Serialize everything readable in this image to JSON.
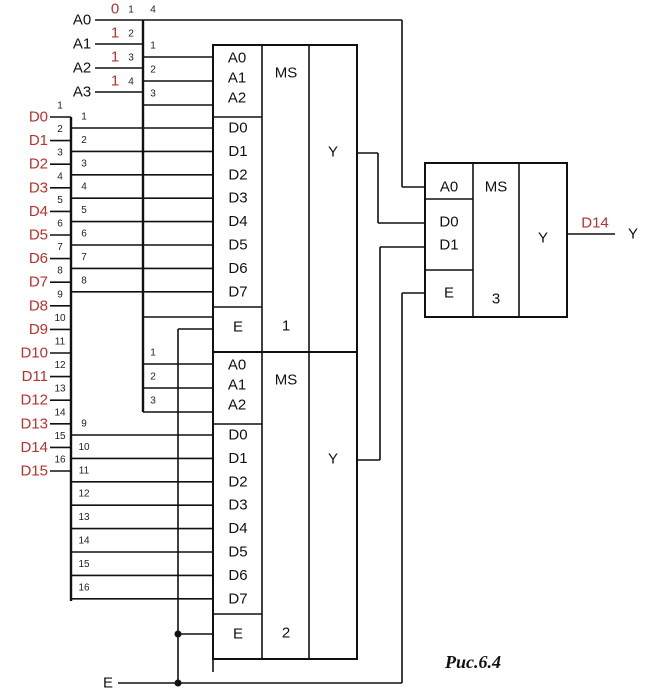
{
  "figure": {
    "caption": "Рис.6.4"
  },
  "colors": {
    "signal_label": "#b8322e",
    "line": "#111111"
  },
  "address_inputs": [
    {
      "label": "A0",
      "bit": "0",
      "pin": "1"
    },
    {
      "label": "A1",
      "bit": "1",
      "pin": "2"
    },
    {
      "label": "A2",
      "bit": "1",
      "pin": "3"
    },
    {
      "label": "A3",
      "bit": "1",
      "pin": "4"
    }
  ],
  "a0_extra_pin": "4",
  "address_bus_pins": [
    "1",
    "2",
    "3"
  ],
  "data_inputs": [
    {
      "label": "D0",
      "pin": "1"
    },
    {
      "label": "D1",
      "pin": "2"
    },
    {
      "label": "D2",
      "pin": "3"
    },
    {
      "label": "D3",
      "pin": "4"
    },
    {
      "label": "D4",
      "pin": "5"
    },
    {
      "label": "D5",
      "pin": "6"
    },
    {
      "label": "D6",
      "pin": "7"
    },
    {
      "label": "D7",
      "pin": "8"
    },
    {
      "label": "D8",
      "pin": "9"
    },
    {
      "label": "D9",
      "pin": "10"
    },
    {
      "label": "D10",
      "pin": "11"
    },
    {
      "label": "D11",
      "pin": "12"
    },
    {
      "label": "D12",
      "pin": "13"
    },
    {
      "label": "D13",
      "pin": "14"
    },
    {
      "label": "D14",
      "pin": "15"
    },
    {
      "label": "D15",
      "pin": "16"
    }
  ],
  "mux1": {
    "address_labels": [
      "A0",
      "A1",
      "A2"
    ],
    "data_labels": [
      "D0",
      "D1",
      "D2",
      "D3",
      "D4",
      "D5",
      "D6",
      "D7"
    ],
    "enable_label": "E",
    "type_label": "MS",
    "output_label": "Y",
    "number": "1",
    "input_pins": [
      "1",
      "2",
      "3",
      "4",
      "5",
      "6",
      "7",
      "8"
    ]
  },
  "mux2": {
    "address_labels": [
      "A0",
      "A1",
      "A2"
    ],
    "data_labels": [
      "D0",
      "D1",
      "D2",
      "D3",
      "D4",
      "D5",
      "D6",
      "D7"
    ],
    "enable_label": "E",
    "type_label": "MS",
    "output_label": "Y",
    "number": "2",
    "input_pins": [
      "9",
      "10",
      "11",
      "12",
      "13",
      "14",
      "15",
      "16"
    ]
  },
  "mux3": {
    "address_labels": [
      "A0"
    ],
    "data_labels": [
      "D0",
      "D1"
    ],
    "enable_label": "E",
    "type_label": "MS",
    "output_label": "Y",
    "number": "3"
  },
  "output": {
    "value_label": "D14",
    "label": "Y"
  },
  "enable_input": {
    "label": "E"
  }
}
